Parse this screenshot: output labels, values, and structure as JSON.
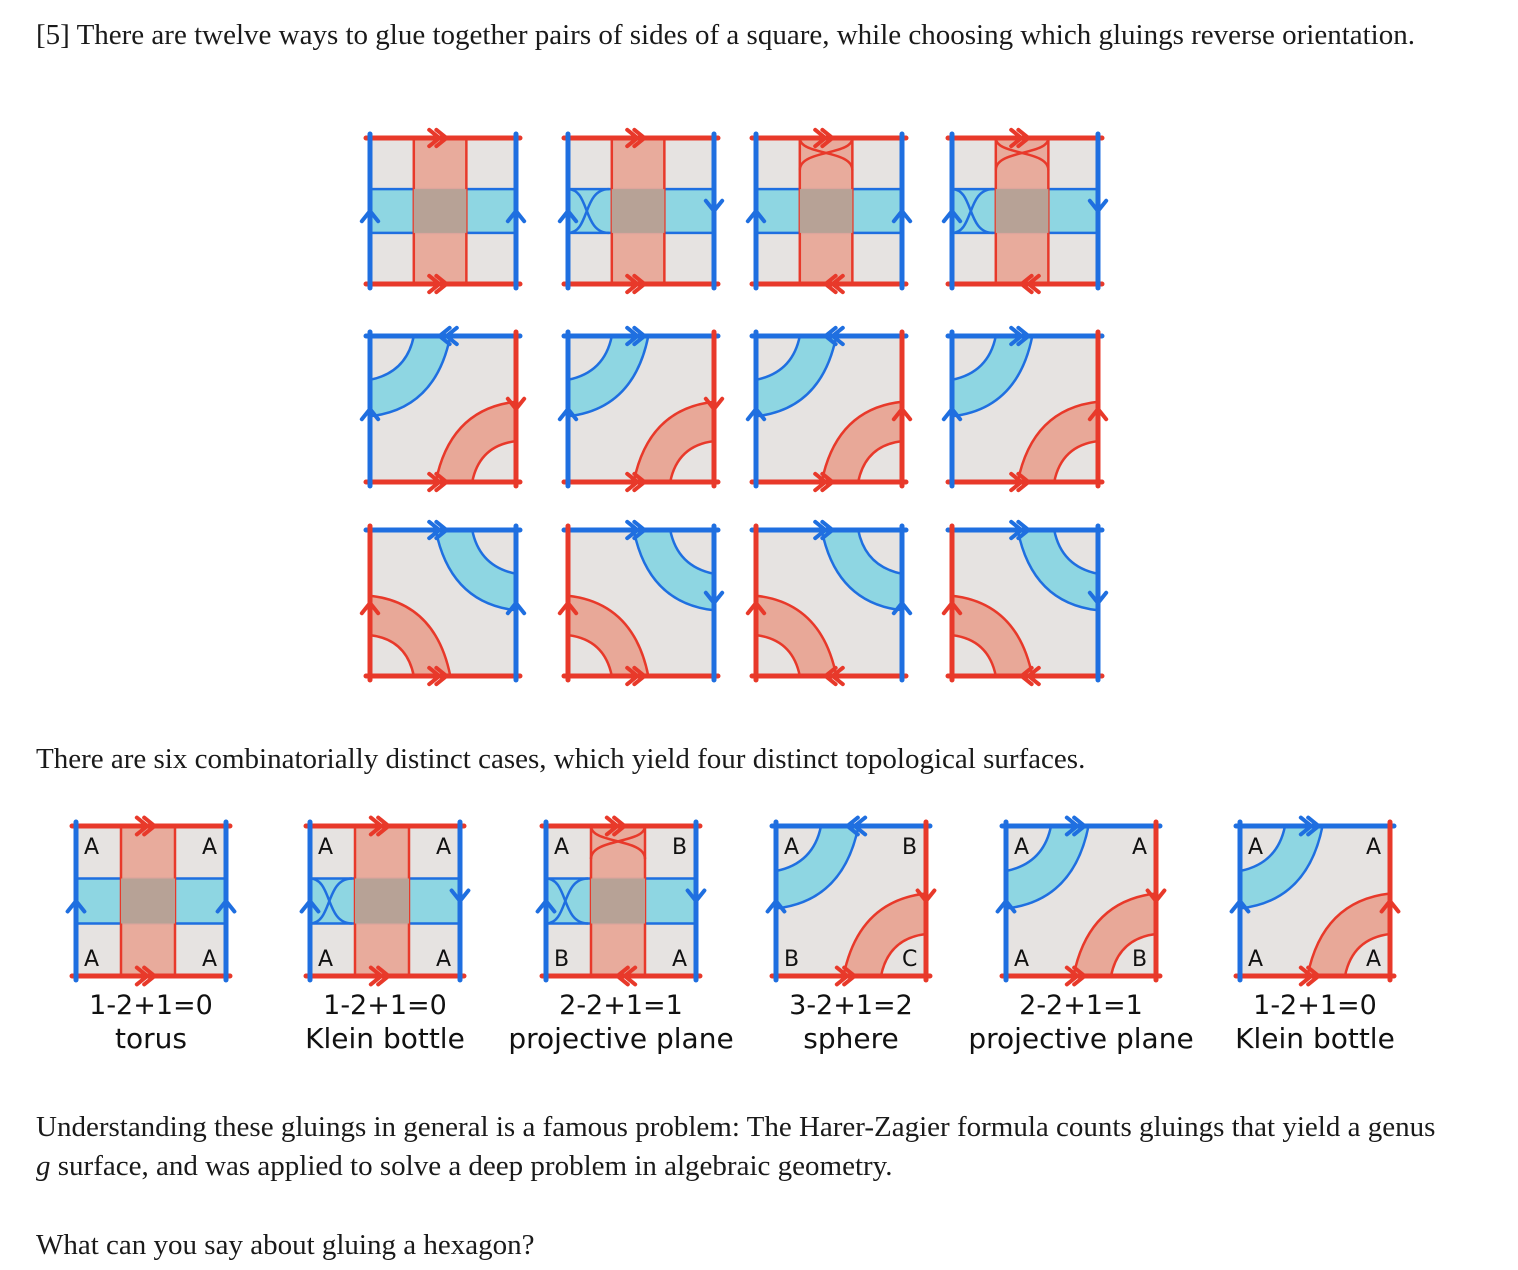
{
  "problem": {
    "number": "[5]",
    "intro": "There are twelve ways to glue together pairs of sides of a square, while choosing which gluings reverse orientation.",
    "six_cases": "There are six combinatorially distinct cases, which yield four distinct topological surfaces.",
    "harer_part1": "Understanding these gluings in general is a famous problem: The Harer-Zagier formula counts gluings that yield a genus ",
    "harer_var": "g",
    "harer_part2": " surface, and was applied to solve a deep problem in algebraic geometry.",
    "hexagon_question": "What can you say about gluing a hexagon?"
  },
  "colors": {
    "blue": "#1f6fe0",
    "red": "#e8392a",
    "cyan_fill": "#8ed6e2",
    "salmon_fill": "#e8a898",
    "overlap_fill": "#b7a296",
    "square_fill": "#e6e3e1",
    "square_border": "#c7c4c2"
  },
  "cases": [
    {
      "corners": [
        "A",
        "A",
        "A",
        "A"
      ],
      "equation": "1-2+1=0",
      "surface": "torus"
    },
    {
      "corners": [
        "A",
        "A",
        "A",
        "A"
      ],
      "equation": "1-2+1=0",
      "surface": "Klein bottle"
    },
    {
      "corners": [
        "A",
        "B",
        "B",
        "A"
      ],
      "equation": "2-2+1=1",
      "surface": "projective plane"
    },
    {
      "corners": [
        "A",
        "B",
        "B",
        "C"
      ],
      "equation": "3-2+1=2",
      "surface": "sphere"
    },
    {
      "corners": [
        "A",
        "A",
        "A",
        "B"
      ],
      "equation": "2-2+1=1",
      "surface": "projective plane"
    },
    {
      "corners": [
        "A",
        "A",
        "A",
        "A"
      ],
      "equation": "1-2+1=0",
      "surface": "Klein bottle"
    }
  ]
}
